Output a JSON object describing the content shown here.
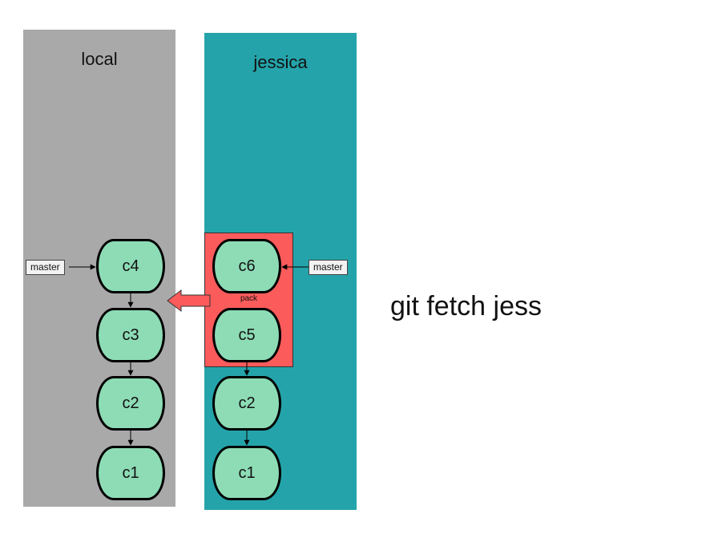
{
  "repos": {
    "local": {
      "title": "local",
      "commits": [
        "c4",
        "c3",
        "c2",
        "c1"
      ],
      "ref": "master"
    },
    "remote": {
      "title": "jessica",
      "commits": [
        "c6",
        "c5",
        "c2",
        "c1"
      ],
      "ref": "master"
    }
  },
  "pack": {
    "label": "pack",
    "commits": [
      "c6",
      "c5"
    ]
  },
  "command": "git fetch jess",
  "colors": {
    "local_panel": "#a9a9a9",
    "remote_panel": "#24a4aa",
    "commit_fill": "#8ddcb6",
    "pack_fill": "#fb5b5b"
  }
}
